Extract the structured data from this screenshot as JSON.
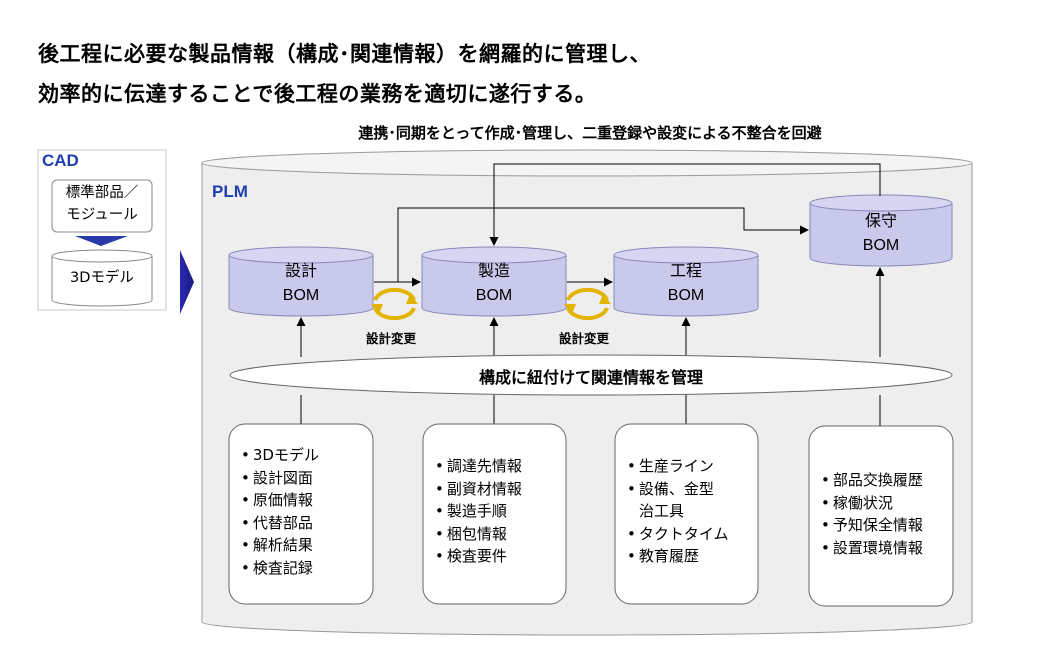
{
  "headline": {
    "line1": "後工程に必要な製品情報（構成･関連情報）を網羅的に管理し、",
    "line2": "効率的に伝達することで後工程の業務を適切に遂行する。"
  },
  "subtitle": "連携･同期をとって作成･管理し、二重登録や設変による不整合を回避",
  "cad": {
    "label": "CAD",
    "box1_line1": "標準部品／",
    "box1_line2": "モジュール",
    "box2": "3Dモデル"
  },
  "plm": {
    "label": "PLM"
  },
  "boms": {
    "design": {
      "line1": "設計",
      "line2": "BOM"
    },
    "manufacturing": {
      "line1": "製造",
      "line2": "BOM"
    },
    "process": {
      "line1": "工程",
      "line2": "BOM"
    },
    "maintenance": {
      "line1": "保守",
      "line2": "BOM"
    }
  },
  "design_change_label": "設計変更",
  "ellipse_label": "構成に紐付けて関連情報を管理",
  "info_boxes": {
    "design": [
      "3Dモデル",
      "設計図面",
      "原価情報",
      "代替部品",
      "解析結果",
      "検査記録"
    ],
    "manufacturing": [
      "調達先情報",
      "副資材情報",
      "製造手順",
      "梱包情報",
      "検査要件"
    ],
    "process": [
      "生産ライン",
      "設備、金型\n治工具",
      "タクトタイム",
      "教育履歴"
    ],
    "maintenance": [
      "部品交換履歴",
      "稼働状況",
      "予知保全情報",
      "設置環境情報"
    ]
  },
  "colors": {
    "bom_fill": "#c9c9ec",
    "cylinder_fill": "#eeeeee",
    "accent_blue": "#1f3fb0",
    "cycle_arrow": "#e2b400"
  }
}
